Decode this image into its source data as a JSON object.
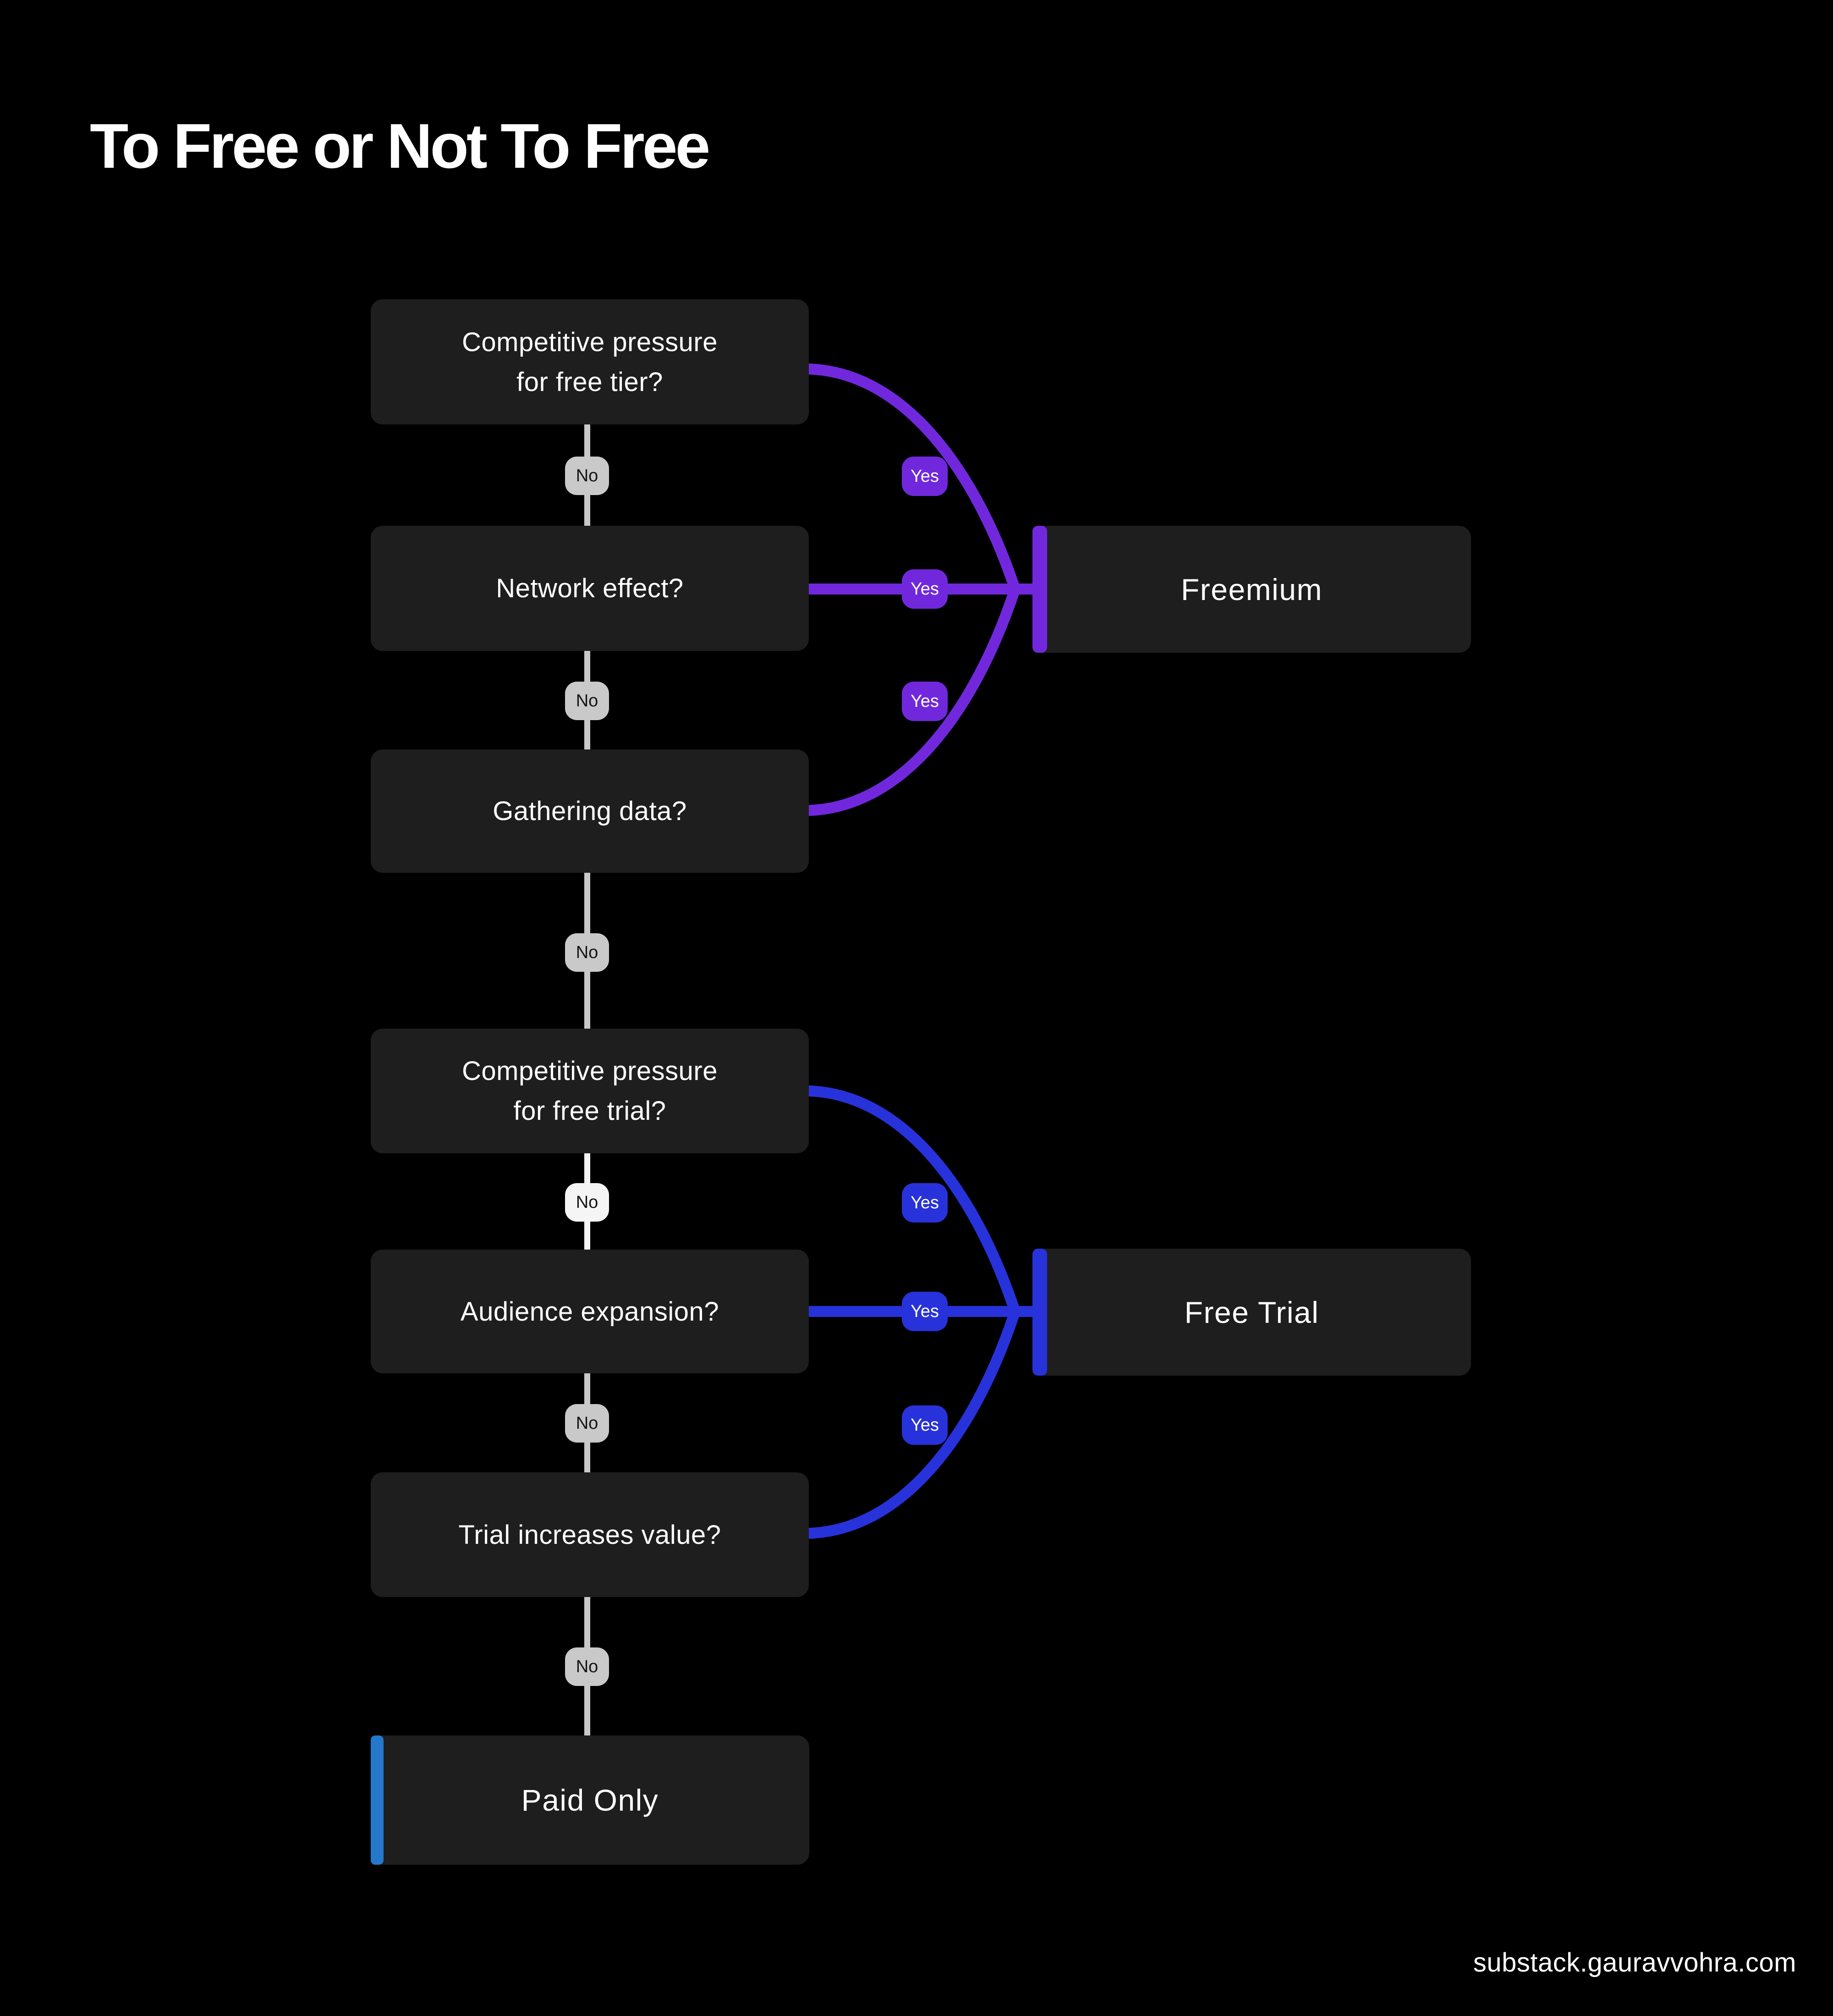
{
  "title": "To Free or Not To Free",
  "footer": "substack.gauravvohra.com",
  "labels": {
    "no": "No",
    "yes": "Yes"
  },
  "questions": [
    {
      "id": "q1",
      "text": "Competitive pressure\nfor free tier?"
    },
    {
      "id": "q2",
      "text": "Network effect?"
    },
    {
      "id": "q3",
      "text": "Gathering data?"
    },
    {
      "id": "q4",
      "text": "Competitive pressure\nfor free trial?"
    },
    {
      "id": "q5",
      "text": "Audience expansion?"
    },
    {
      "id": "q6",
      "text": "Trial increases value?"
    }
  ],
  "results": [
    {
      "id": "freemium",
      "text": "Freemium",
      "accent_color": "#7128DD"
    },
    {
      "id": "free_trial",
      "text": "Free Trial",
      "accent_color": "#2832DA"
    },
    {
      "id": "paid_only",
      "text": "Paid Only",
      "accent_color": "#2577CB"
    }
  ],
  "edges": [
    {
      "from": "q1",
      "answer": "Yes",
      "to": "freemium"
    },
    {
      "from": "q1",
      "answer": "No",
      "to": "q2"
    },
    {
      "from": "q2",
      "answer": "Yes",
      "to": "freemium"
    },
    {
      "from": "q2",
      "answer": "No",
      "to": "q3"
    },
    {
      "from": "q3",
      "answer": "Yes",
      "to": "freemium"
    },
    {
      "from": "q3",
      "answer": "No",
      "to": "q4"
    },
    {
      "from": "q4",
      "answer": "Yes",
      "to": "free_trial"
    },
    {
      "from": "q4",
      "answer": "No",
      "to": "q5"
    },
    {
      "from": "q5",
      "answer": "Yes",
      "to": "free_trial"
    },
    {
      "from": "q5",
      "answer": "No",
      "to": "q6"
    },
    {
      "from": "q6",
      "answer": "Yes",
      "to": "free_trial"
    },
    {
      "from": "q6",
      "answer": "No",
      "to": "paid_only"
    }
  ],
  "colors": {
    "background": "#000000",
    "box_bg": "#1E1E1E",
    "text": "#FFFFFF",
    "purple": "#7128DD",
    "blue": "#2832DA",
    "paid_accent": "#2577CB",
    "gray": "#C9C9C9",
    "white_connector": "#F5F5F5",
    "badge_text": "#141414"
  }
}
